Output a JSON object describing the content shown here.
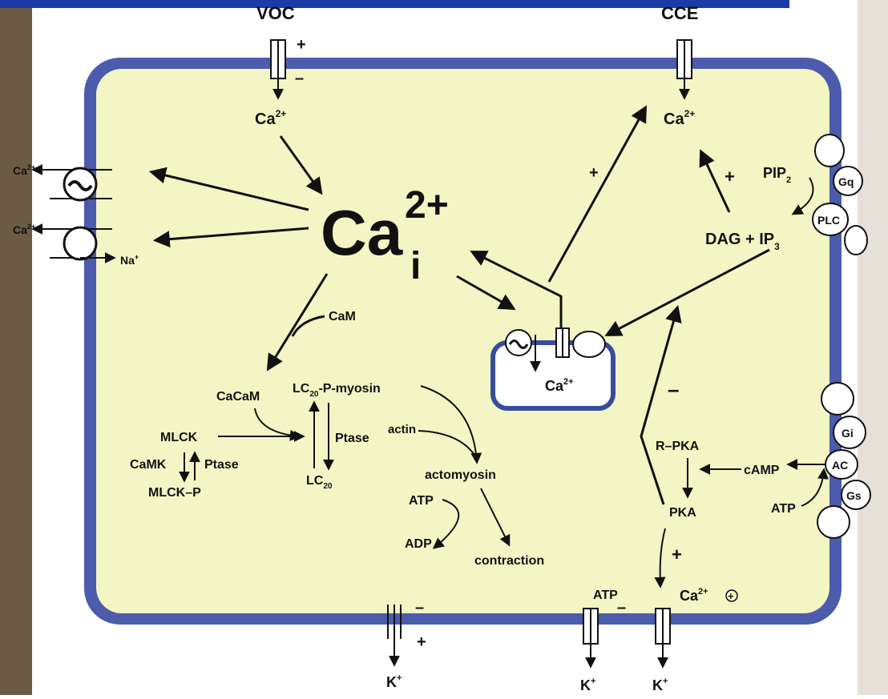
{
  "colors": {
    "banner": "#1a3aa8",
    "membrane": "#4a5cab",
    "cytoplasm": "#f3f6c4",
    "background_photo": "#6b5a44"
  },
  "labels": {
    "voc": "VOC",
    "cce": "CCE",
    "ca_voc": "Ca",
    "ca_cce": "Ca",
    "ca_left1": "Ca",
    "ca_left2": "Ca",
    "na": "Na",
    "cai": "Ca",
    "cai_sup": "2+",
    "cai_sub": "i",
    "cam": "CaM",
    "cacam": "CaCaM",
    "mlck": "MLCK",
    "camk": "CaMK",
    "ptase1": "Ptase",
    "mlckp": "MLCK–P",
    "lc20p": "LC",
    "lc20p_rest": "-P-myosin",
    "ptase2": "Ptase",
    "lc20": "LC",
    "actin": "actin",
    "actomyosin": "actomyosin",
    "atp1": "ATP",
    "adp": "ADP",
    "contraction": "contraction",
    "ca_sr": "Ca",
    "pip2": "PIP",
    "gq": "Gq",
    "plc": "PLC",
    "dag": "DAG + IP",
    "rpka": "R–PKA",
    "camp": "cAMP",
    "pka": "PKA",
    "atp2": "ATP",
    "gi": "Gi",
    "ac": "AC",
    "gs": "Gs",
    "atp3": "ATP",
    "ca_kca": "Ca",
    "k1": "K",
    "k2": "K",
    "k3": "K",
    "plus": "+",
    "minus": "–",
    "sup_2plus": "2+",
    "sup_plus": "+",
    "sub_20": "20",
    "sub_2": "2",
    "sub_3": "3"
  }
}
